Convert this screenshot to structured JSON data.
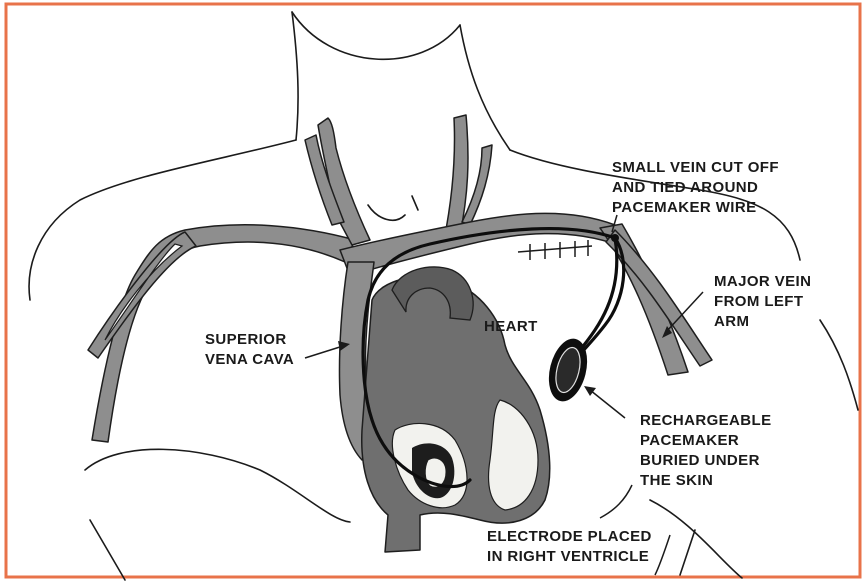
{
  "colors": {
    "border": "#e8734a",
    "vein": "#8e8e8e",
    "heart": "#777777",
    "wire": "#0d0d0d"
  },
  "labels": {
    "small_vein": [
      "SMALL VEIN CUT OFF",
      "AND TIED AROUND",
      "PACEMAKER WIRE"
    ],
    "major_vein": [
      "MAJOR VEIN",
      "FROM LEFT",
      "ARM"
    ],
    "superior_vena_cava": [
      "SUPERIOR",
      "VENA CAVA"
    ],
    "heart": [
      "HEART"
    ],
    "pacemaker": [
      "RECHARGEABLE",
      "PACEMAKER",
      "BURIED UNDER",
      "THE SKIN"
    ],
    "electrode": [
      "ELECTRODE PLACED",
      "IN RIGHT VENTRICLE"
    ]
  }
}
